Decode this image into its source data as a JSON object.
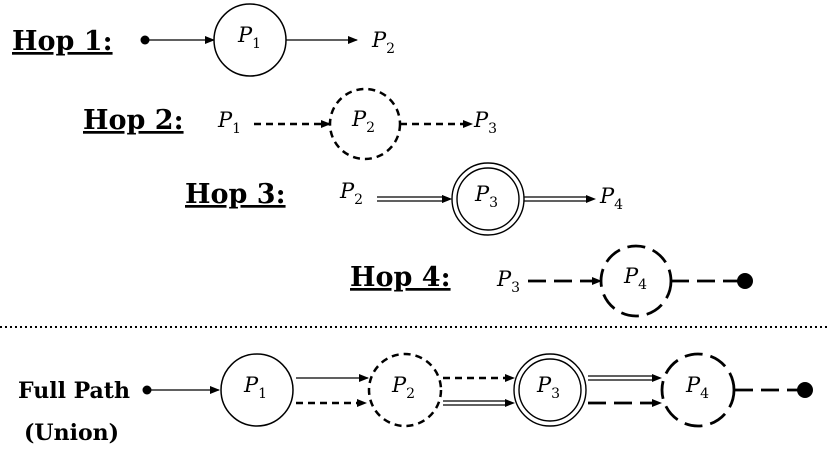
{
  "hops": [
    {
      "label": "Hop 1:",
      "from": "",
      "node": "P1",
      "to": "P2",
      "style": "solid-thin"
    },
    {
      "label": "Hop 2:",
      "from": "P1",
      "node": "P2",
      "to": "P3",
      "style": "dashed"
    },
    {
      "label": "Hop 3:",
      "from": "P2",
      "node": "P3",
      "to": "P4",
      "style": "double"
    },
    {
      "label": "Hop 4:",
      "from": "P3",
      "node": "P4",
      "to": "",
      "style": "long-dash"
    }
  ],
  "full_path": {
    "label_line1": "Full Path",
    "label_line2": "(Union)",
    "nodes": [
      "P1",
      "P2",
      "P3",
      "P4"
    ]
  },
  "vars": {
    "P1": {
      "base": "P",
      "sub": "1"
    },
    "P2": {
      "base": "P",
      "sub": "2"
    },
    "P3": {
      "base": "P",
      "sub": "3"
    },
    "P4": {
      "base": "P",
      "sub": "4"
    }
  }
}
